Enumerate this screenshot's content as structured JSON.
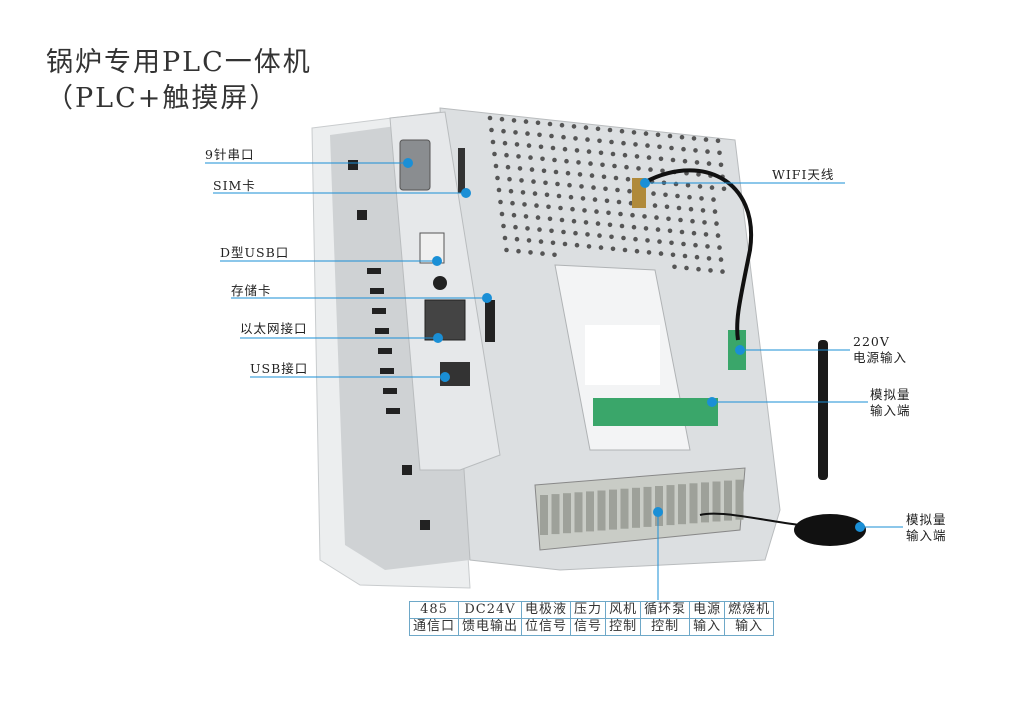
{
  "title": {
    "line1": "锅炉专用PLC一体机",
    "line2": "（PLC+触摸屏）"
  },
  "left_callouts": [
    "9针串口",
    "SIM卡",
    "D型USB口",
    "存储卡",
    "以太网接口",
    "USB接口"
  ],
  "right_callouts": {
    "wifi": "WIFI天线",
    "power_l1": "220V",
    "power_l2": "电源输入",
    "analog1_l1": "模拟量",
    "analog1_l2": "输入端",
    "analog2_l1": "模拟量",
    "analog2_l2": "输入端"
  },
  "terminals": [
    {
      "l1": "485",
      "l2": "通信口"
    },
    {
      "l1": "DC24V",
      "l2": "馈电输出"
    },
    {
      "l1": "电极液",
      "l2": "位信号"
    },
    {
      "l1": "压力",
      "l2": "信号"
    },
    {
      "l1": "风机",
      "l2": "控制"
    },
    {
      "l1": "循环泵",
      "l2": "控制"
    },
    {
      "l1": "电源",
      "l2": "输入"
    },
    {
      "l1": "燃烧机",
      "l2": "输入"
    }
  ],
  "colors": {
    "callout": "#1a8fd6",
    "body": "#d9dcdf",
    "terminal": "#3aa66a"
  }
}
